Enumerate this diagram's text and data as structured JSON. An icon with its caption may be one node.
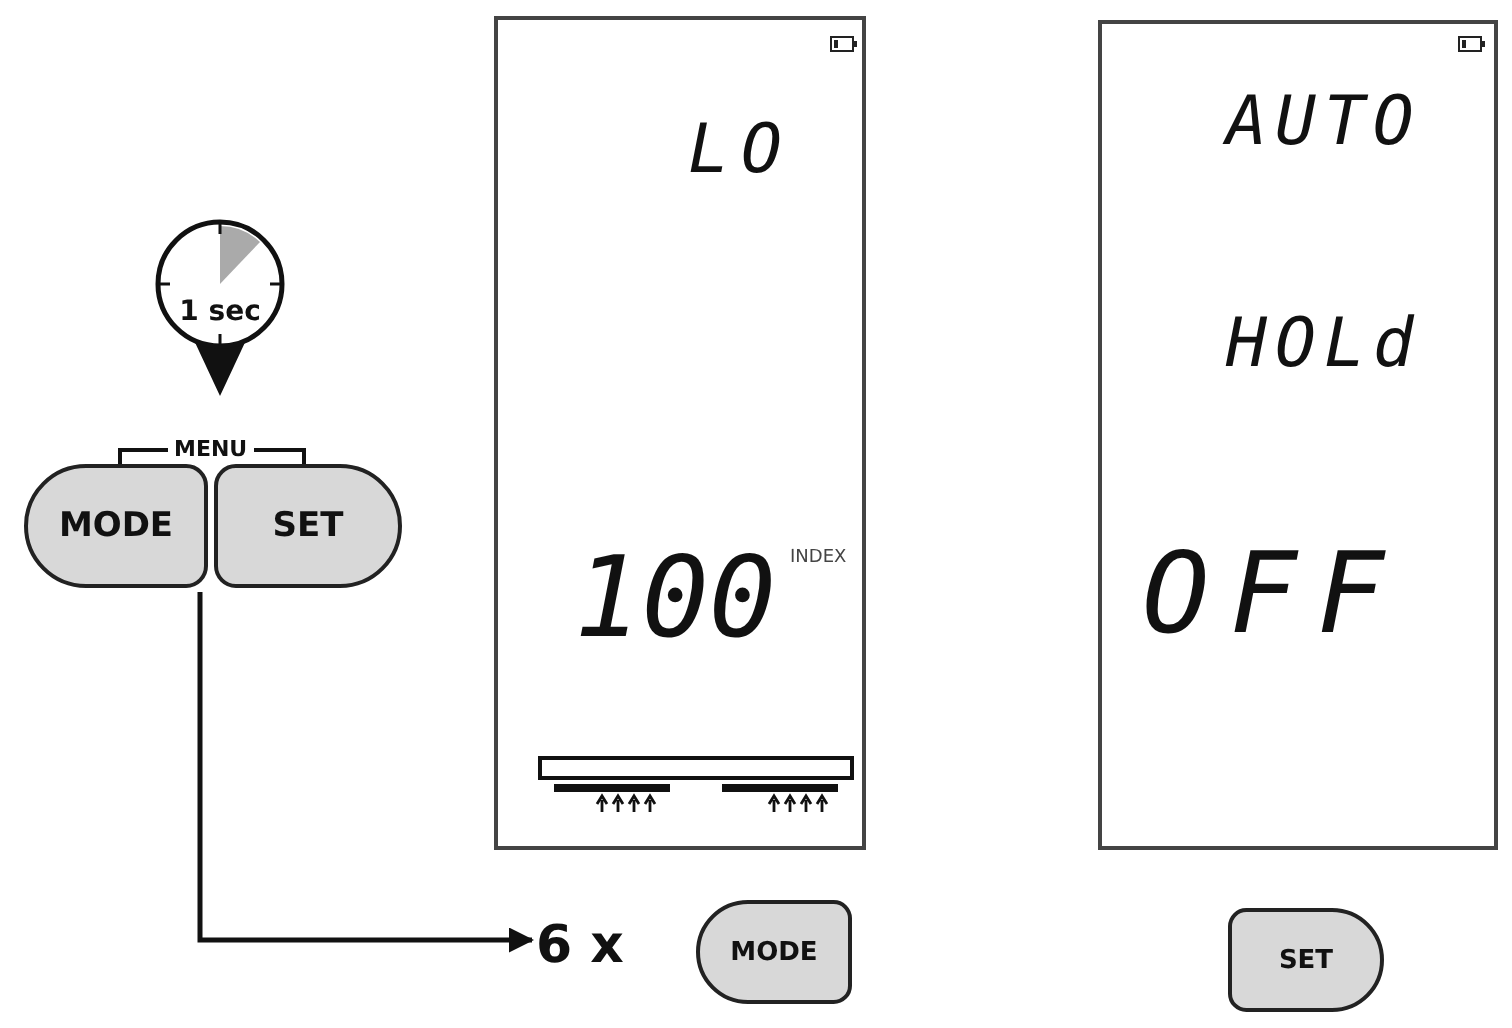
{
  "diagram": {
    "nodes": [
      {
        "text": [
          "1 sec"
        ]
      },
      {
        "text": [
          "MODE"
        ]
      },
      {
        "text": [
          "SET"
        ]
      },
      {
        "text": [
          "LO",
          "100",
          "INDEX"
        ]
      },
      {
        "text": [
          "AUTO",
          "HOLd",
          "OFF"
        ]
      },
      {
        "text": [
          "6 x"
        ]
      },
      {
        "text": [
          "MODE"
        ]
      },
      {
        "text": [
          "SET"
        ]
      }
    ],
    "edges": [
      {
        "from": 1,
        "to": 5,
        "arrow": "to"
      }
    ],
    "labels": [
      "MENU"
    ]
  }
}
